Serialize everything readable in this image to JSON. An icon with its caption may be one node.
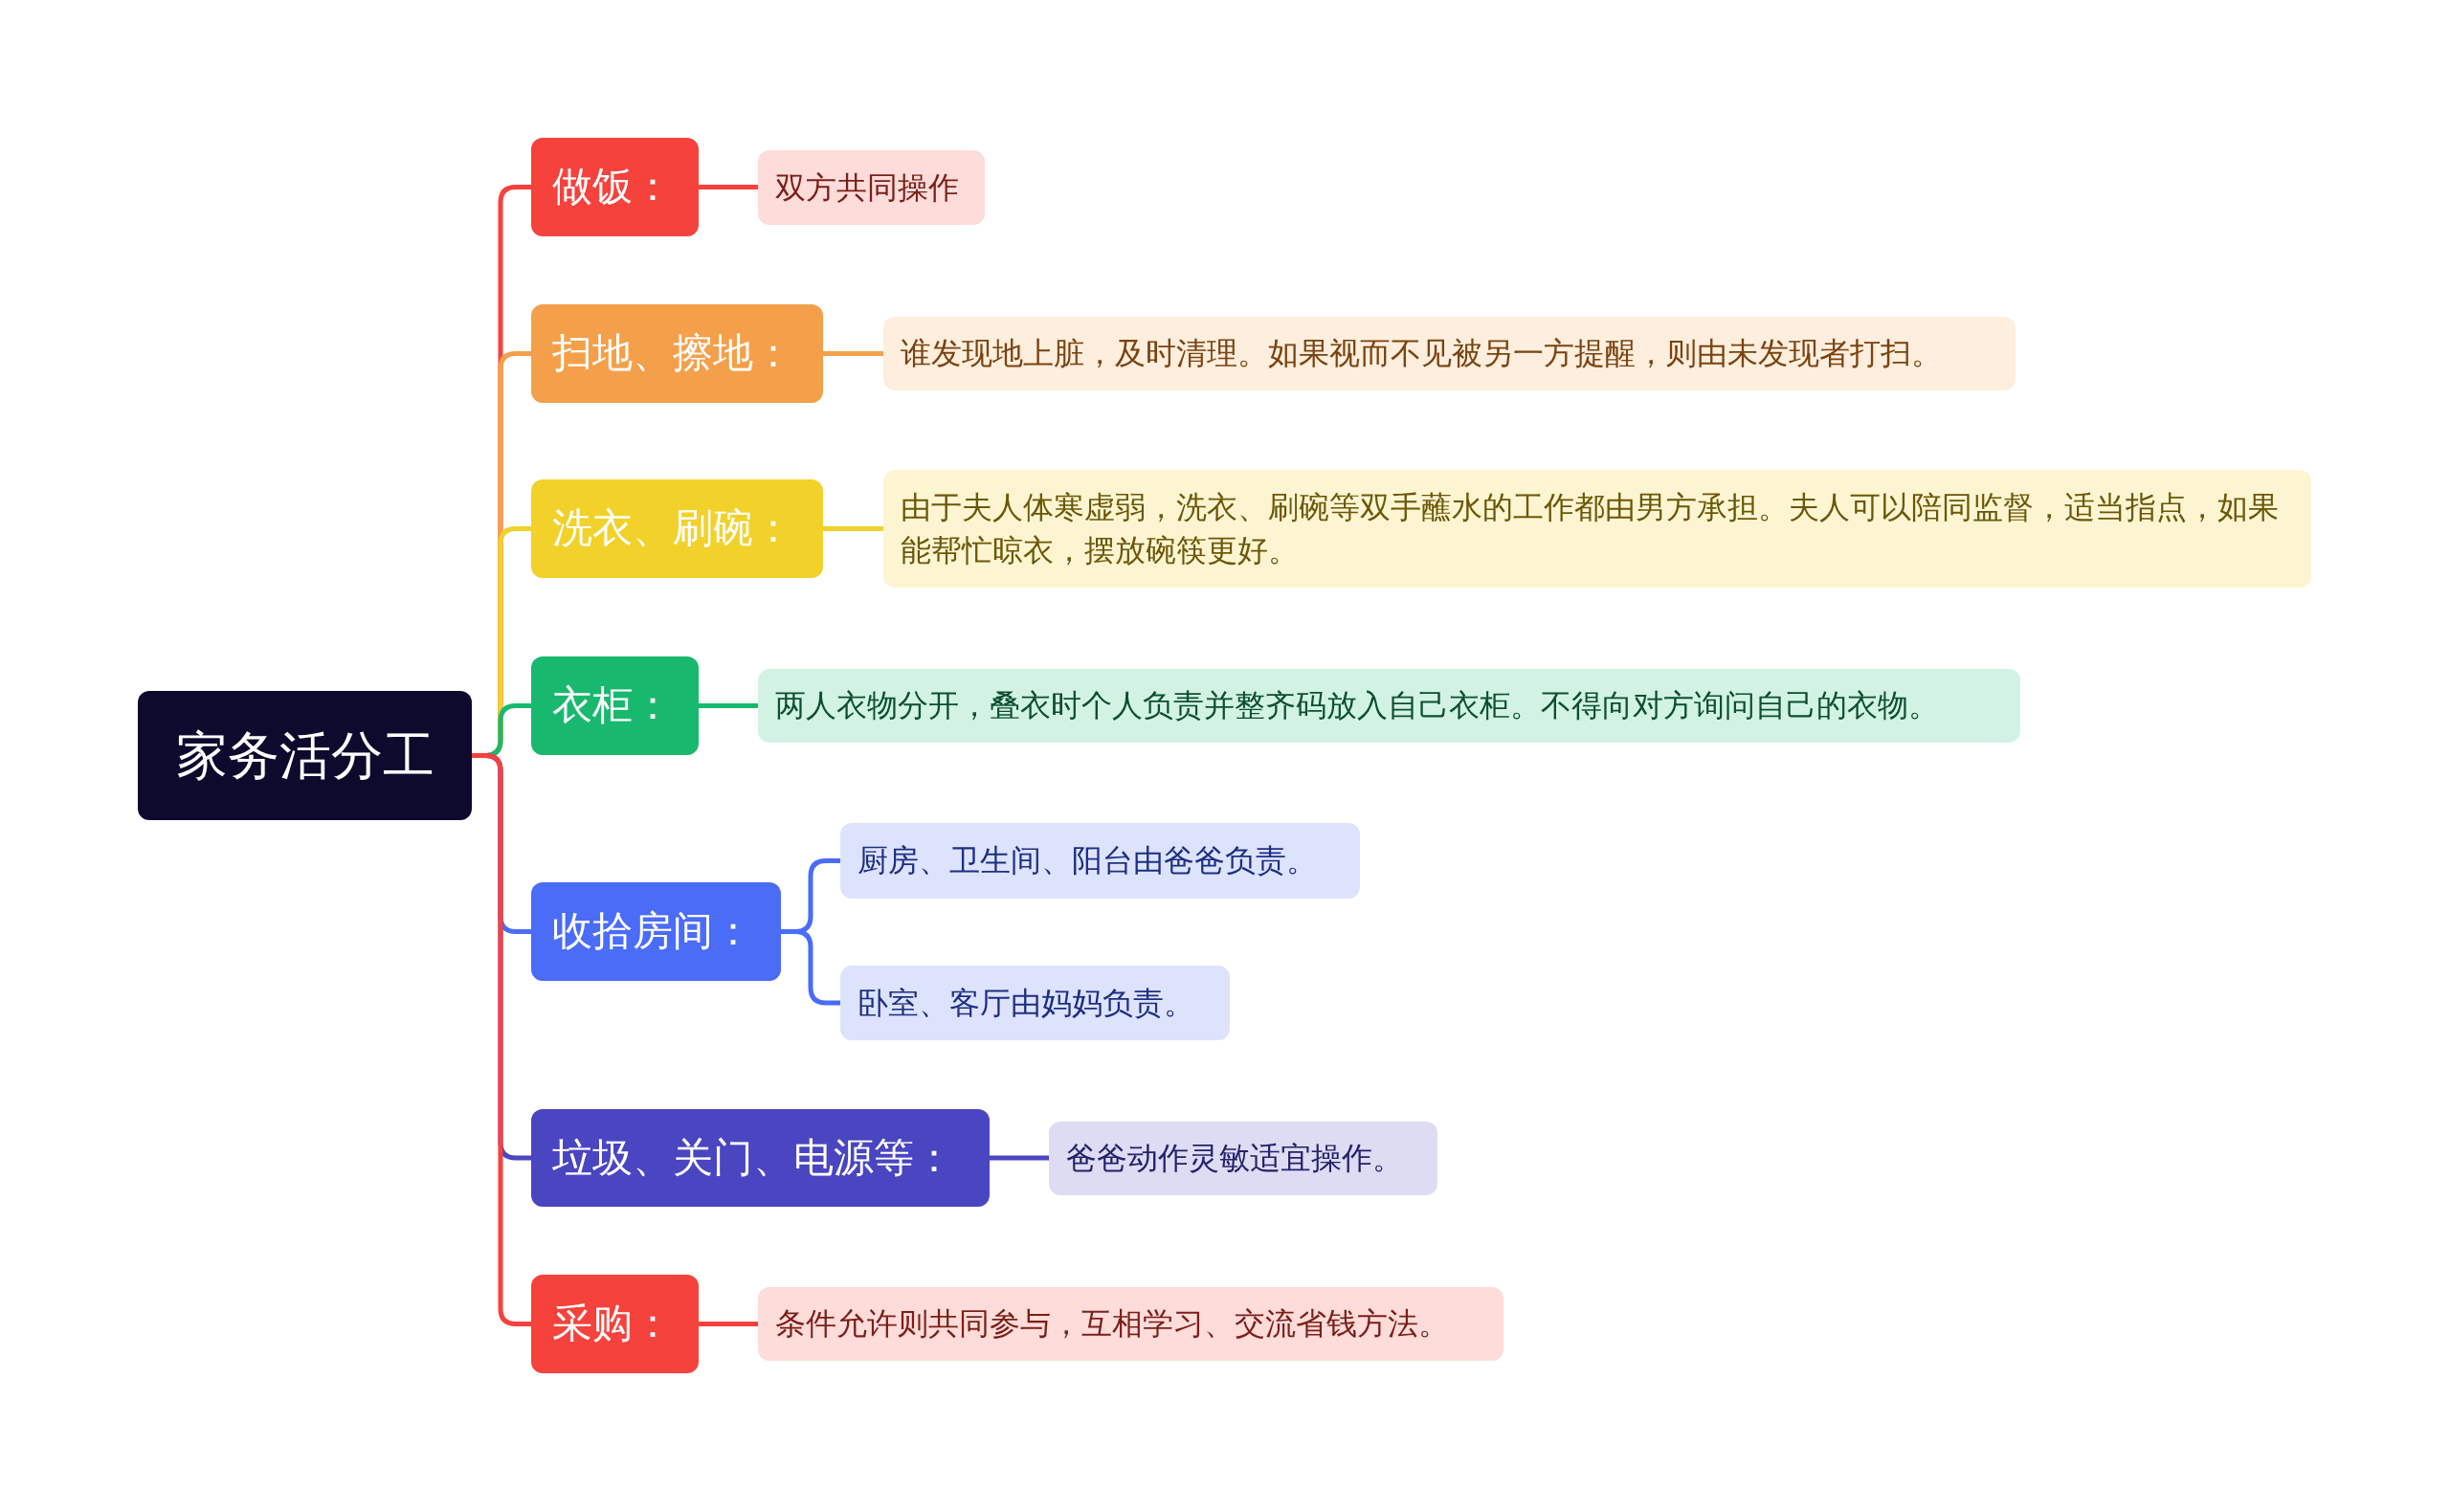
{
  "diagram": {
    "nodes": [
      {
        "text": [
          "家务活分工"
        ]
      },
      {
        "text": [
          "做饭："
        ]
      },
      {
        "text": [
          "双方共同操作"
        ]
      },
      {
        "text": [
          "扫地、擦地："
        ]
      },
      {
        "text": [
          "谁发现地上脏，及时清理。如果视而不见被另一方提醒，则由未发现者打扫。"
        ]
      },
      {
        "text": [
          "洗衣、刷碗："
        ]
      },
      {
        "text": [
          "由于夫人体寒虚弱，洗衣、刷碗等双手蘸水的工作都由男方承担。夫人可以陪同监督，适当指点，如果能帮忙晾衣，摆放碗筷更好。"
        ]
      },
      {
        "text": [
          "衣柜："
        ]
      },
      {
        "text": [
          "两人衣物分开，叠衣时个人负责并整齐码放入自己衣柜。不得向对方询问自己的衣物。"
        ]
      },
      {
        "text": [
          "收拾房间："
        ]
      },
      {
        "text": [
          "厨房、卫生间、阳台由爸爸负责。"
        ]
      },
      {
        "text": [
          "卧室、客厅由妈妈负责。"
        ]
      },
      {
        "text": [
          "垃圾、关门、电源等："
        ]
      },
      {
        "text": [
          "爸爸动作灵敏适宜操作。"
        ]
      },
      {
        "text": [
          "采购："
        ]
      },
      {
        "text": [
          "条件允许则共同参与，互相学习、交流省钱方法。"
        ]
      }
    ],
    "edges": [
      {
        "from": 0,
        "to": 1,
        "arrow": "none",
        "color": "#f5423c"
      },
      {
        "from": 0,
        "to": 3,
        "arrow": "none",
        "color": "#f4a04a"
      },
      {
        "from": 0,
        "to": 5,
        "arrow": "none",
        "color": "#f2d22a"
      },
      {
        "from": 0,
        "to": 7,
        "arrow": "none",
        "color": "#18b96f"
      },
      {
        "from": 0,
        "to": 9,
        "arrow": "none",
        "color": "#4a6cf7"
      },
      {
        "from": 0,
        "to": 12,
        "arrow": "none",
        "color": "#4a45c0"
      },
      {
        "from": 0,
        "to": 14,
        "arrow": "none",
        "color": "#f5423c"
      },
      {
        "from": 1,
        "to": 2,
        "arrow": "none",
        "color": "#f5423c"
      },
      {
        "from": 3,
        "to": 4,
        "arrow": "none",
        "color": "#f4a04a"
      },
      {
        "from": 5,
        "to": 6,
        "arrow": "none",
        "color": "#f2d22a"
      },
      {
        "from": 7,
        "to": 8,
        "arrow": "none",
        "color": "#18b96f"
      },
      {
        "from": 9,
        "to": 10,
        "arrow": "none",
        "color": "#4a6cf7"
      },
      {
        "from": 9,
        "to": 11,
        "arrow": "none",
        "color": "#4a6cf7"
      },
      {
        "from": 12,
        "to": 13,
        "arrow": "none",
        "color": "#4a45c0"
      },
      {
        "from": 14,
        "to": 15,
        "arrow": "none",
        "color": "#f5423c"
      }
    ]
  }
}
